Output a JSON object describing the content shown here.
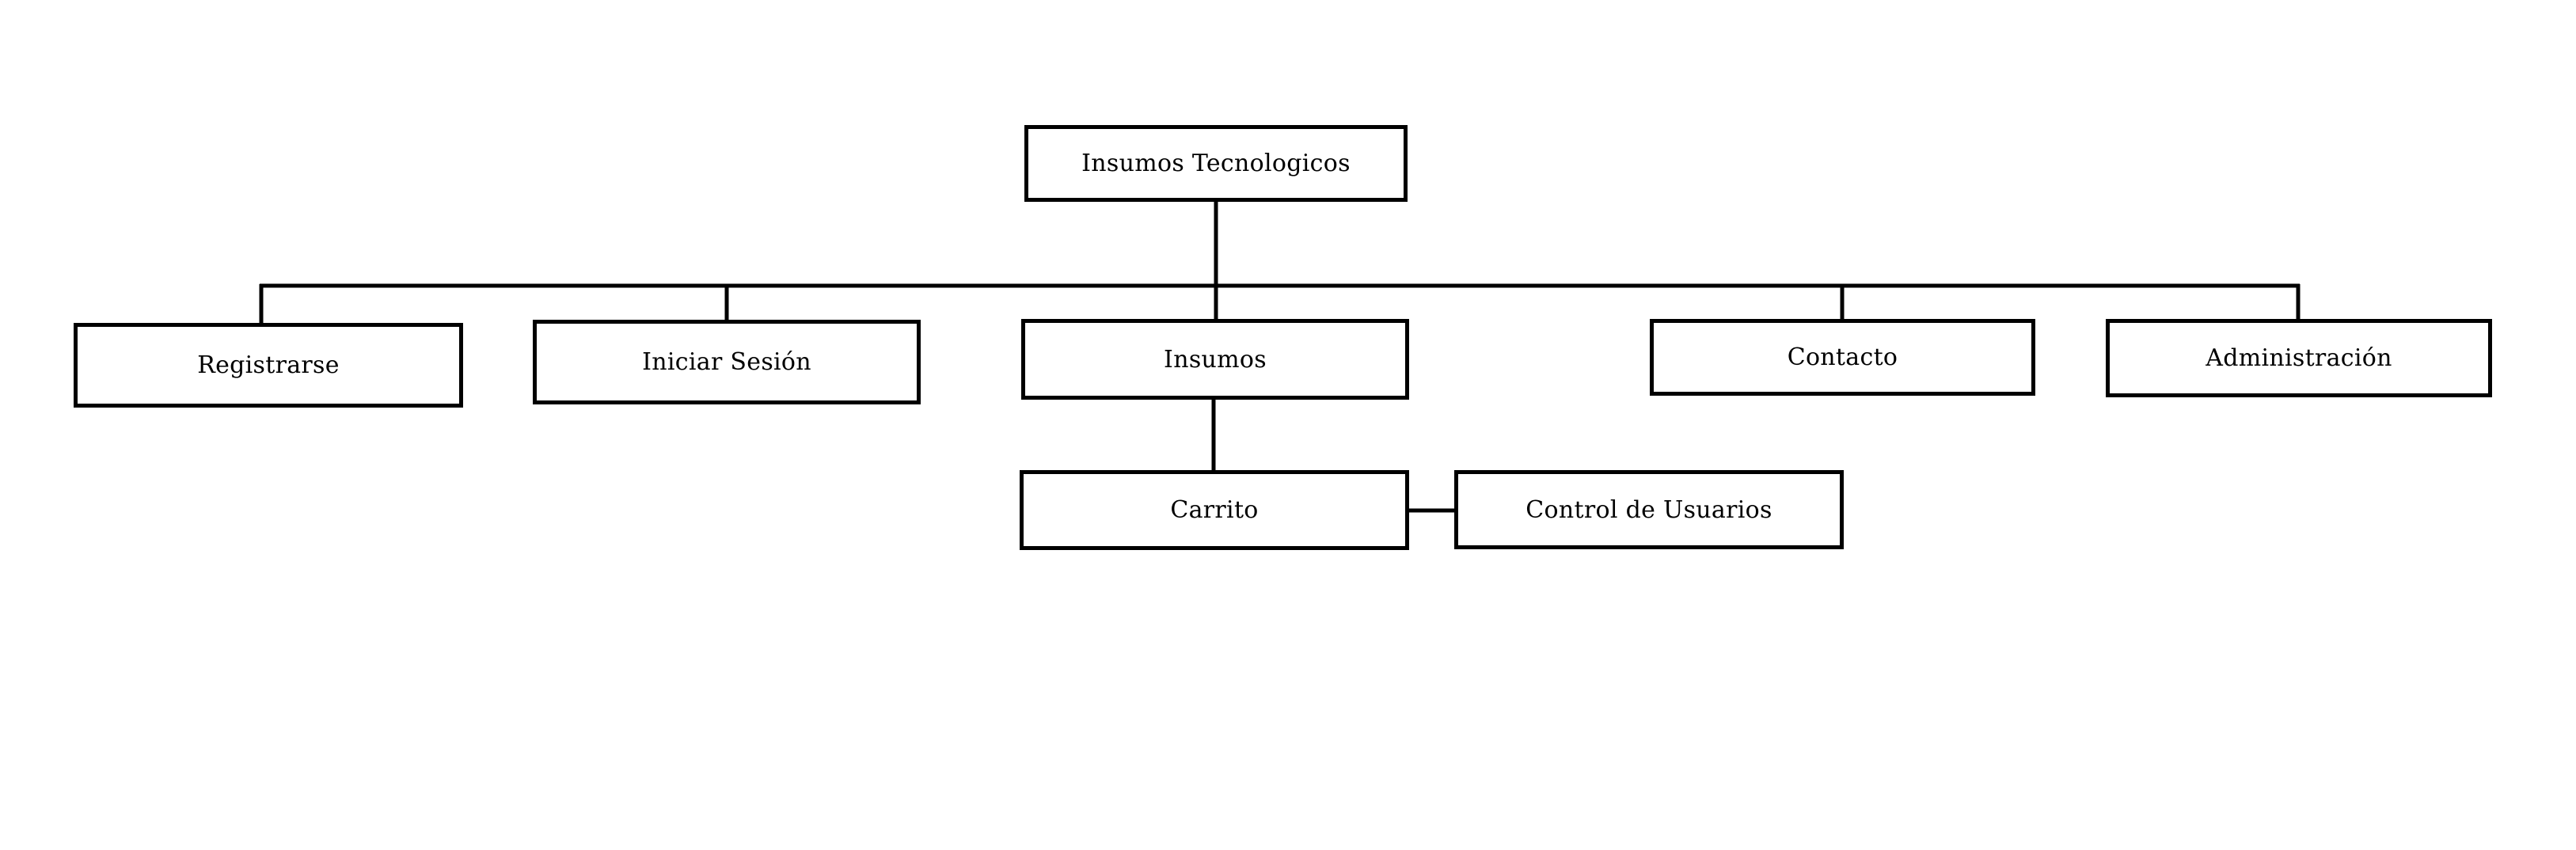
{
  "diagram": {
    "root": {
      "label": "Insumos Tecnologicos"
    },
    "children": [
      {
        "label": "Registrarse"
      },
      {
        "label": "Iniciar Sesión"
      },
      {
        "label": "Insumos"
      },
      {
        "label": "Contacto"
      },
      {
        "label": "Administración"
      }
    ],
    "insumos_children": [
      {
        "label": "Carrito"
      }
    ],
    "carrito_sibling": {
      "label": "Control de Usuarios"
    }
  }
}
